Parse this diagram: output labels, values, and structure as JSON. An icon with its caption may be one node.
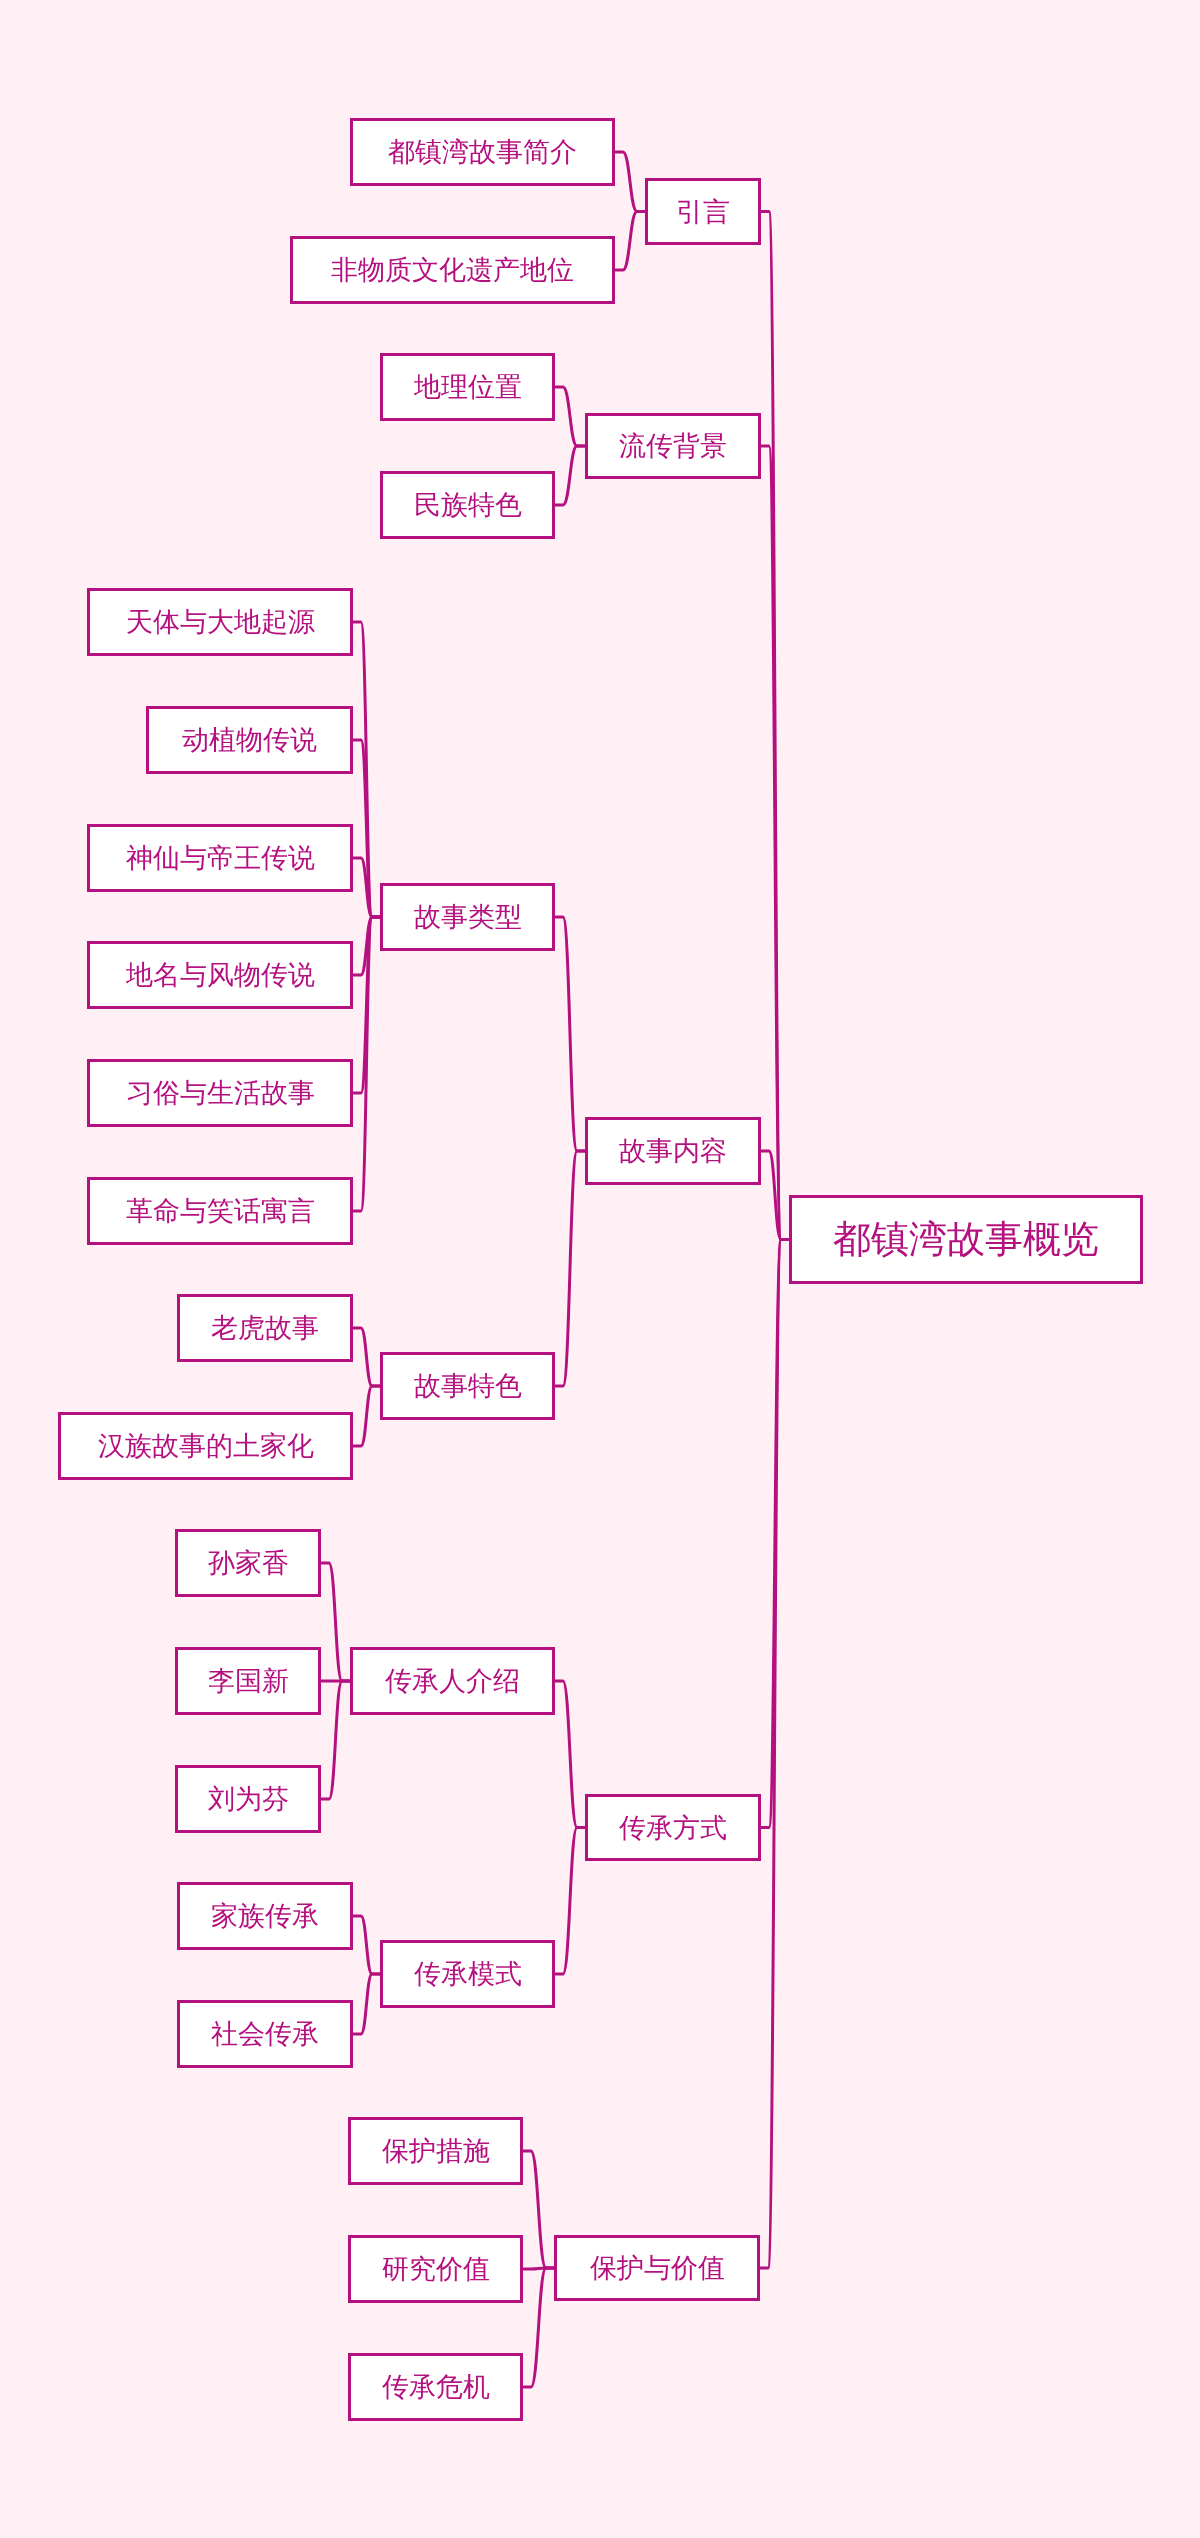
{
  "diagram": {
    "nodes": [
      {
        "text": [
          "都镇湾故事概览"
        ]
      },
      {
        "text": [
          "引言"
        ]
      },
      {
        "text": [
          "都镇湾故事简介"
        ]
      },
      {
        "text": [
          "非物质文化遗产地位"
        ]
      },
      {
        "text": [
          "流传背景"
        ]
      },
      {
        "text": [
          "地理位置"
        ]
      },
      {
        "text": [
          "民族特色"
        ]
      },
      {
        "text": [
          "故事内容"
        ]
      },
      {
        "text": [
          "故事类型"
        ]
      },
      {
        "text": [
          "天体与大地起源"
        ]
      },
      {
        "text": [
          "动植物传说"
        ]
      },
      {
        "text": [
          "神仙与帝王传说"
        ]
      },
      {
        "text": [
          "地名与风物传说"
        ]
      },
      {
        "text": [
          "习俗与生活故事"
        ]
      },
      {
        "text": [
          "革命与笑话寓言"
        ]
      },
      {
        "text": [
          "故事特色"
        ]
      },
      {
        "text": [
          "老虎故事"
        ]
      },
      {
        "text": [
          "汉族故事的土家化"
        ]
      },
      {
        "text": [
          "传承方式"
        ]
      },
      {
        "text": [
          "传承人介绍"
        ]
      },
      {
        "text": [
          "孙家香"
        ]
      },
      {
        "text": [
          "李国新"
        ]
      },
      {
        "text": [
          "刘为芬"
        ]
      },
      {
        "text": [
          "传承模式"
        ]
      },
      {
        "text": [
          "家族传承"
        ]
      },
      {
        "text": [
          "社会传承"
        ]
      },
      {
        "text": [
          "保护与价值"
        ]
      },
      {
        "text": [
          "保护措施"
        ]
      },
      {
        "text": [
          "研究价值"
        ]
      },
      {
        "text": [
          "传承危机"
        ]
      }
    ],
    "edges": [
      {
        "from": 0,
        "to": 1,
        "arrow": "none"
      },
      {
        "from": 1,
        "to": 2,
        "arrow": "none"
      },
      {
        "from": 1,
        "to": 3,
        "arrow": "none"
      },
      {
        "from": 0,
        "to": 4,
        "arrow": "none"
      },
      {
        "from": 4,
        "to": 5,
        "arrow": "none"
      },
      {
        "from": 4,
        "to": 6,
        "arrow": "none"
      },
      {
        "from": 0,
        "to": 7,
        "arrow": "none"
      },
      {
        "from": 7,
        "to": 8,
        "arrow": "none"
      },
      {
        "from": 8,
        "to": 9,
        "arrow": "none"
      },
      {
        "from": 8,
        "to": 10,
        "arrow": "none"
      },
      {
        "from": 8,
        "to": 11,
        "arrow": "none"
      },
      {
        "from": 8,
        "to": 12,
        "arrow": "none"
      },
      {
        "from": 8,
        "to": 13,
        "arrow": "none"
      },
      {
        "from": 8,
        "to": 14,
        "arrow": "none"
      },
      {
        "from": 7,
        "to": 15,
        "arrow": "none"
      },
      {
        "from": 15,
        "to": 16,
        "arrow": "none"
      },
      {
        "from": 15,
        "to": 17,
        "arrow": "none"
      },
      {
        "from": 0,
        "to": 18,
        "arrow": "none"
      },
      {
        "from": 18,
        "to": 19,
        "arrow": "none"
      },
      {
        "from": 19,
        "to": 20,
        "arrow": "none"
      },
      {
        "from": 19,
        "to": 21,
        "arrow": "none"
      },
      {
        "from": 19,
        "to": 22,
        "arrow": "none"
      },
      {
        "from": 18,
        "to": 23,
        "arrow": "none"
      },
      {
        "from": 23,
        "to": 24,
        "arrow": "none"
      },
      {
        "from": 23,
        "to": 25,
        "arrow": "none"
      },
      {
        "from": 0,
        "to": 26,
        "arrow": "none"
      },
      {
        "from": 26,
        "to": 27,
        "arrow": "none"
      },
      {
        "from": 26,
        "to": 28,
        "arrow": "none"
      },
      {
        "from": 26,
        "to": 29,
        "arrow": "none"
      }
    ]
  }
}
